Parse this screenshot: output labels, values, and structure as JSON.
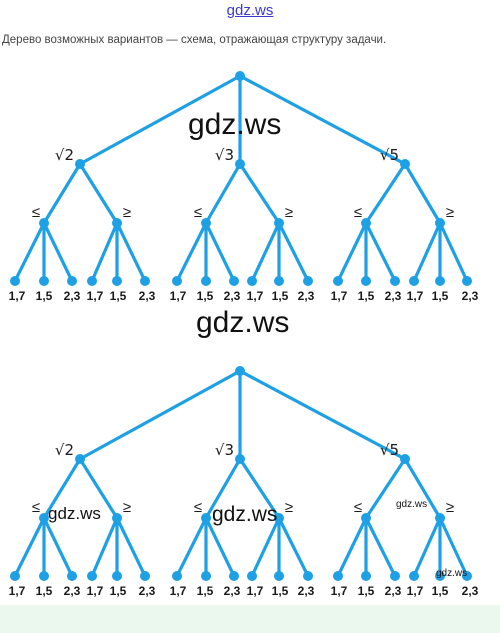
{
  "site_tag": "gdz.ws",
  "caption": "Дерево возможных вариантов — схема, отражающая структуру задачи.",
  "watermarks": {
    "large": "gdz.ws",
    "small": "gdz.ws"
  },
  "tree": {
    "branches": [
      "√2",
      "√3",
      "√5"
    ],
    "comparisons": [
      "≤",
      "≥"
    ],
    "leaves": [
      "1,7",
      "1,5",
      "2,3"
    ]
  },
  "colors": {
    "tree_line": "#1ea0e4",
    "node": "#1ea0e4",
    "label": "#1a1a1a"
  }
}
